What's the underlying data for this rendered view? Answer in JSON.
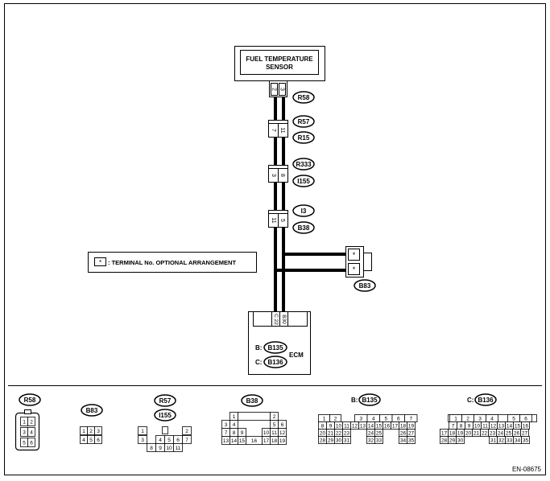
{
  "sensor": {
    "line1": "FUEL TEMPERATURE",
    "line2": "SENSOR"
  },
  "sensor_pins": [
    "2",
    "3"
  ],
  "splices": [
    {
      "pins": [
        "7",
        "11"
      ]
    },
    {
      "pins": [
        "3",
        "8"
      ]
    },
    {
      "pins": [
        "11",
        "5"
      ]
    }
  ],
  "connector_ids": {
    "r58": "R58",
    "r57": "R57",
    "r15": "R15",
    "r333": "R333",
    "i155": "I155",
    "i3": "I3",
    "b38": "B38",
    "b83": "B83"
  },
  "b83_pins": [
    "*",
    "*"
  ],
  "ecm": {
    "label": "ECM",
    "pin_left": "C 22",
    "pin_right": "B30",
    "b_prefix": "B:",
    "b_id": "B135",
    "c_prefix": "C:",
    "c_id": "B136"
  },
  "legend": {
    "symbol": "*",
    "text": ": TERMINAL No. OPTIONAL ARRANGEMENT"
  },
  "bottom": {
    "r58": {
      "label": "R58",
      "rows": [
        [
          "1",
          "2"
        ],
        [
          "3",
          "4"
        ],
        [
          "5",
          "6"
        ]
      ]
    },
    "b83": {
      "label": "B83",
      "top": [
        "1",
        "2",
        "3"
      ],
      "bottom": [
        "4",
        "5",
        "6"
      ]
    },
    "r57": {
      "label": "R57",
      "label2": "I155",
      "top": [
        "1",
        "2"
      ],
      "mid": [
        "3",
        "4",
        "5",
        "6",
        "7"
      ],
      "bottom": [
        "8",
        "9",
        "10",
        "11"
      ]
    },
    "b38": {
      "label": "B38",
      "r1": [
        "1",
        "2"
      ],
      "r2": [
        "3",
        "4",
        "5",
        "6"
      ],
      "r3": [
        "7",
        "8",
        "9",
        "10",
        "11",
        "12"
      ],
      "r4": [
        "13",
        "14",
        "15",
        "16",
        "17",
        "18",
        "19"
      ]
    },
    "b135": {
      "prefix": "B:",
      "label": "B135",
      "r1": [
        "1",
        "2",
        "3",
        "4",
        "5",
        "6",
        "7"
      ],
      "r2": [
        "8",
        "9",
        "10",
        "11",
        "12",
        "13",
        "14",
        "15",
        "16",
        "17",
        "18",
        "19"
      ],
      "r3": [
        "20",
        "21",
        "22",
        "23",
        "24",
        "25",
        "26",
        "27"
      ],
      "r4": [
        "28",
        "29",
        "30",
        "31",
        "32",
        "33",
        "34",
        "35"
      ]
    },
    "b136": {
      "prefix": "C:",
      "label": "B136",
      "r1": [
        "1",
        "2",
        "3",
        "4",
        "5",
        "6"
      ],
      "r2": [
        "7",
        "8",
        "9",
        "10",
        "11",
        "12",
        "13",
        "14",
        "15",
        "16"
      ],
      "r3": [
        "17",
        "18",
        "19",
        "20",
        "21",
        "22",
        "23",
        "24",
        "25",
        "26",
        "27"
      ],
      "r4": [
        "28",
        "29",
        "30",
        "31",
        "32",
        "33",
        "34",
        "35"
      ]
    }
  },
  "code": "EN-08675"
}
